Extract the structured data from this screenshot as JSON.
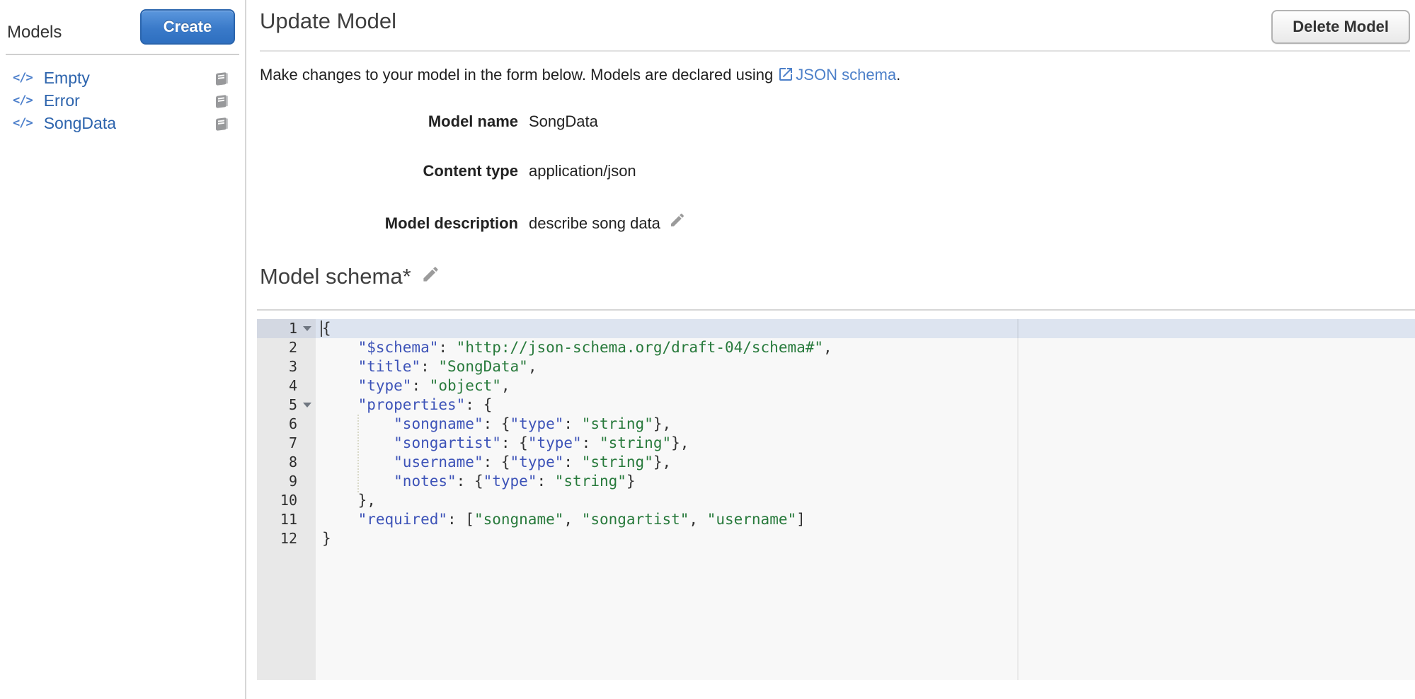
{
  "sidebar": {
    "title": "Models",
    "create_button_label": "Create",
    "code_icon_glyph": "</>",
    "models": [
      {
        "name": "Empty"
      },
      {
        "name": "Error"
      },
      {
        "name": "SongData"
      }
    ]
  },
  "header": {
    "title": "Update Model",
    "delete_button_label": "Delete Model"
  },
  "intro": {
    "text_before": "Make changes to your model in the form below. Models are declared using ",
    "link_label": "JSON schema",
    "link_icon": "external-link-icon",
    "text_after": "."
  },
  "form": {
    "fields": [
      {
        "label": "Model name",
        "value": "SongData"
      },
      {
        "label": "Content type",
        "value": "application/json"
      },
      {
        "label": "Model description",
        "value": "describe song data",
        "edit_icon": "pencil-icon"
      }
    ]
  },
  "schema_section": {
    "title": "Model schema*",
    "edit_icon": "pencil-icon"
  },
  "editor": {
    "lines": [
      {
        "n": "1",
        "fold": true,
        "active": true,
        "tokens": [
          [
            "p",
            "{"
          ]
        ]
      },
      {
        "n": "2",
        "tokens": [
          [
            "p",
            "    "
          ],
          [
            "k",
            "\"$schema\""
          ],
          [
            "p",
            ": "
          ],
          [
            "s",
            "\"http://json-schema.org/draft-04/schema#\""
          ],
          [
            "p",
            ","
          ]
        ]
      },
      {
        "n": "3",
        "tokens": [
          [
            "p",
            "    "
          ],
          [
            "k",
            "\"title\""
          ],
          [
            "p",
            ": "
          ],
          [
            "s",
            "\"SongData\""
          ],
          [
            "p",
            ","
          ]
        ]
      },
      {
        "n": "4",
        "tokens": [
          [
            "p",
            "    "
          ],
          [
            "k",
            "\"type\""
          ],
          [
            "p",
            ": "
          ],
          [
            "s",
            "\"object\""
          ],
          [
            "p",
            ","
          ]
        ]
      },
      {
        "n": "5",
        "fold": true,
        "tokens": [
          [
            "p",
            "    "
          ],
          [
            "k",
            "\"properties\""
          ],
          [
            "p",
            ": {"
          ]
        ]
      },
      {
        "n": "6",
        "tokens": [
          [
            "p",
            "        "
          ],
          [
            "k",
            "\"songname\""
          ],
          [
            "p",
            ": {"
          ],
          [
            "k",
            "\"type\""
          ],
          [
            "p",
            ": "
          ],
          [
            "s",
            "\"string\""
          ],
          [
            "p",
            "},"
          ]
        ]
      },
      {
        "n": "7",
        "tokens": [
          [
            "p",
            "        "
          ],
          [
            "k",
            "\"songartist\""
          ],
          [
            "p",
            ": {"
          ],
          [
            "k",
            "\"type\""
          ],
          [
            "p",
            ": "
          ],
          [
            "s",
            "\"string\""
          ],
          [
            "p",
            "},"
          ]
        ]
      },
      {
        "n": "8",
        "tokens": [
          [
            "p",
            "        "
          ],
          [
            "k",
            "\"username\""
          ],
          [
            "p",
            ": {"
          ],
          [
            "k",
            "\"type\""
          ],
          [
            "p",
            ": "
          ],
          [
            "s",
            "\"string\""
          ],
          [
            "p",
            "},"
          ]
        ]
      },
      {
        "n": "9",
        "tokens": [
          [
            "p",
            "        "
          ],
          [
            "k",
            "\"notes\""
          ],
          [
            "p",
            ": {"
          ],
          [
            "k",
            "\"type\""
          ],
          [
            "p",
            ": "
          ],
          [
            "s",
            "\"string\""
          ],
          [
            "p",
            "}"
          ]
        ]
      },
      {
        "n": "10",
        "tokens": [
          [
            "p",
            "    },"
          ]
        ]
      },
      {
        "n": "11",
        "tokens": [
          [
            "p",
            "    "
          ],
          [
            "k",
            "\"required\""
          ],
          [
            "p",
            ": ["
          ],
          [
            "s",
            "\"songname\""
          ],
          [
            "p",
            ", "
          ],
          [
            "s",
            "\"songartist\""
          ],
          [
            "p",
            ", "
          ],
          [
            "s",
            "\"username\""
          ],
          [
            "p",
            "]"
          ]
        ]
      },
      {
        "n": "12",
        "tokens": [
          [
            "p",
            "}"
          ]
        ]
      }
    ]
  },
  "colors": {
    "create_button_blue": "#3a7ac9",
    "link_blue": "#4d80c9",
    "sidebar_link_blue": "#2d64ad",
    "code_key_blue": "#3d53b8",
    "code_string_green": "#287a3c",
    "active_line": "#dde4f0",
    "gutter_gray": "#e8e8e8",
    "editor_bg": "#f8f8f8"
  }
}
